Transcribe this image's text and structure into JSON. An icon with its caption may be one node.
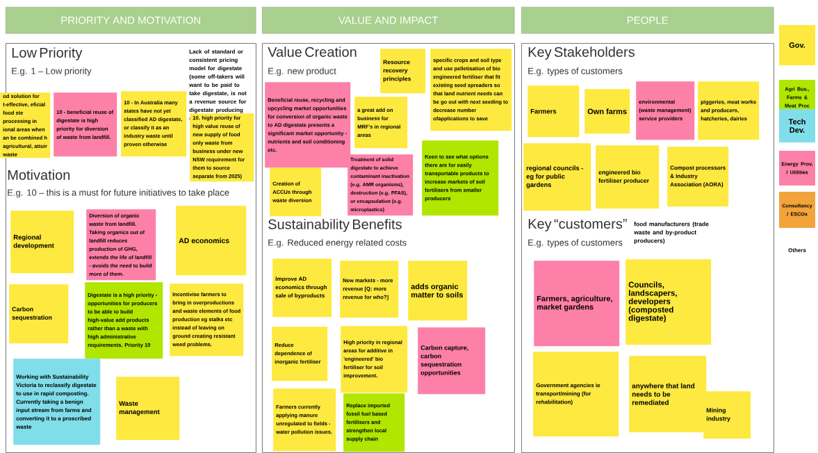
{
  "diagram": {
    "nodes": [
      {
        "text": [
          "PRIORITY AND MOTIVATION"
        ]
      },
      {
        "text": [
          "VALUE AND IMPACT"
        ]
      },
      {
        "text": [
          "PEOPLE"
        ]
      },
      {
        "text": [
          "Low Priority",
          "E.g. 1 – Low priority",
          "Lack of standard or consistent pricing model for digestate (some off-takers will want to be paid to take digestate, is not a revenue source for digestate producing companie)",
          "Motivation",
          "E.g. 10 – this is a must for future initiatives to take place"
        ]
      },
      {
        "text": [
          "Value Creation",
          "E.g. new product",
          "Sustainability Benefits",
          "E.g. Reduced energy related costs"
        ]
      },
      {
        "text": [
          "Key Stakeholders",
          "E.g. types of customers",
          "Key “customers”",
          "E.g. types of customers",
          "food manufacturers (trade waste and by-product producers)"
        ]
      },
      {
        "text": [
          "od solution for t-effective, eficial food ste processing in ional areas when an be combined h agricultural, attoir waste"
        ],
        "in": 3
      },
      {
        "text": [
          "10 - beneficial reuse of digestate is high priority for diversion of waste from landfill."
        ],
        "in": 3
      },
      {
        "text": [
          "10 - In Australia many states have not yet classified AD digestate, or classify it as an industry waste until proven otherwise"
        ],
        "in": 3
      },
      {
        "text": [
          "10. high priority for high value reuse of new supply of food only waste from business under new NSW requirement for them to source separate from 2025)"
        ],
        "in": 3
      },
      {
        "text": [
          "Regional development"
        ],
        "in": 3
      },
      {
        "text": [
          "Diversion of organic waste from landfill. Taking organics out of landfill reduces production of GHG, extends the life of landfill - avoids the need to build more of them."
        ],
        "in": 3
      },
      {
        "text": [
          "AD economics"
        ],
        "in": 3
      },
      {
        "text": [
          "Carbon sequestration"
        ],
        "in": 3
      },
      {
        "text": [
          "Digestate is a high priority - opportunities for producers to be able to build high-value add products rather than a waste with high administrative requirements. Priority 10"
        ],
        "in": 3
      },
      {
        "text": [
          "Incentivise farmers to bring in overproductions and waste elements of food production eg stalks etc instead of leaving on ground creating resistant weed problems."
        ],
        "in": 3
      },
      {
        "text": [
          "Working with Sustainability Victoria to reclassify digestate to use in rapid composting. Currently taking a benign input stream from farms and converting it to a proscribed waste"
        ],
        "in": 3
      },
      {
        "text": [
          "Waste management"
        ],
        "in": 3
      },
      {
        "text": [
          "Beneficial reuse, recycling and upcycling market opportunities for conversion of organic waste to AD digestate presents a significant market opportunity - nutrients and soil conditioning etc."
        ],
        "in": 4
      },
      {
        "text": [
          "Resource recovery principles"
        ],
        "in": 4
      },
      {
        "text": [
          "specific crops and soil type and use pelletisation of bio engineered fertiliser that fit existing seed spreaders so that land nutrient needs can be go out with next seeding to decrease number ofapplications to save"
        ],
        "in": 4
      },
      {
        "text": [
          "a great add on business for MRF's in regional areas"
        ],
        "in": 4
      },
      {
        "text": [
          "Creation of ACCUs through waste diversion"
        ],
        "in": 4
      },
      {
        "text": [
          "Treatment of solid digestate to achieve contaminant inactivation (e.g. AMR organisms), destruction (e.g. PFAS), or encapsulation (e.g. microplastics)"
        ],
        "in": 4
      },
      {
        "text": [
          "Keen to see what options there are for easily transportable products to increase markets of soil fertilisers from smaller producers"
        ],
        "in": 4
      },
      {
        "text": [
          "Improve AD economics through sale of byproducts"
        ],
        "in": 4
      },
      {
        "text": [
          "New markets - more revenue [Q: more revenue for who?]"
        ],
        "in": 4
      },
      {
        "text": [
          "adds organic matter to soils"
        ],
        "in": 4
      },
      {
        "text": [
          "Reduce dependence of inorganic fertiliser"
        ],
        "in": 4
      },
      {
        "text": [
          "High priority in regional areas for additive in 'engineered' bio fertiliser for soil improvement."
        ],
        "in": 4
      },
      {
        "text": [
          "Carbon capture, carbon sequestration opportunities"
        ],
        "in": 4
      },
      {
        "text": [
          "Farmers currently applying manure unregulated to fields - water pollution issues."
        ],
        "in": 4
      },
      {
        "text": [
          "Replace imported fossil fuel based fertilisers and strengthen local supply chain"
        ],
        "in": 4
      },
      {
        "text": [
          "Farmers"
        ],
        "in": 5
      },
      {
        "text": [
          "Own farms"
        ],
        "in": 5
      },
      {
        "text": [
          "environmental (waste management) service providers"
        ],
        "in": 5
      },
      {
        "text": [
          "piggeries, meat works and producers, hatcheries, dairies"
        ],
        "in": 5
      },
      {
        "text": [
          "regional councils - eg for public gardens"
        ],
        "in": 5
      },
      {
        "text": [
          "engineered bio fertiliser producer"
        ],
        "in": 5
      },
      {
        "text": [
          "Compost processors & Industry Association (AORA)"
        ],
        "in": 5
      },
      {
        "text": [
          "Farmers, agriculture, market gardens"
        ],
        "in": 5
      },
      {
        "text": [
          "Councils, landscapers, developers (composted digestate)"
        ],
        "in": 5
      },
      {
        "text": [
          "Government agencies ie transport/mining (for rehabilitation)"
        ],
        "in": 5
      },
      {
        "text": [
          "anywhere that land needs to be remediated"
        ],
        "in": 5
      },
      {
        "text": [
          "Mining industry"
        ],
        "in": 5
      }
    ],
    "legend": [
      {
        "text": "Gov.",
        "color": "#fde93f"
      },
      {
        "text": "Agri Bus., Farms & Meat Proc",
        "color": "#b0e600"
      },
      {
        "text": "Tech Dev.",
        "color": "#80deea"
      },
      {
        "text": "Energy Prov. / Utilities",
        "color": "#fd80a8"
      },
      {
        "text": "Consultancy / ESCOs",
        "color": "#f2a33a"
      },
      {
        "text": "Others"
      }
    ]
  }
}
